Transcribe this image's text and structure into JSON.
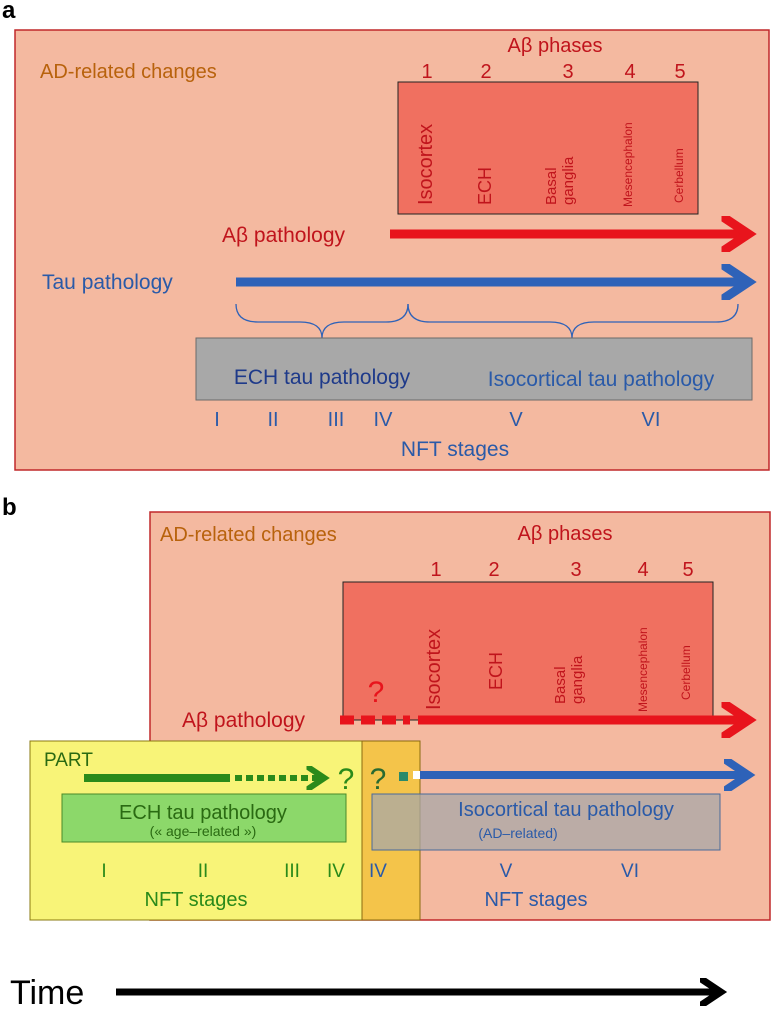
{
  "panel_a": {
    "letter": "a",
    "title": "AD-related changes",
    "abeta_phases": {
      "title": "Aβ phases",
      "numbers": [
        "1",
        "2",
        "3",
        "4",
        "5"
      ],
      "regions": [
        "Isocortex",
        "ECH",
        "Basal",
        "ganglia",
        "Mesencephalon",
        "Cerbellum"
      ]
    },
    "abeta_pathology": "Aβ pathology",
    "tau_pathology": "Tau pathology",
    "ech_tau": "ECH tau pathology",
    "isocortical_tau": "Isocortical tau pathology",
    "nft_numerals": [
      "I",
      "II",
      "III",
      "IV",
      "V",
      "VI"
    ],
    "nft_label": "NFT stages"
  },
  "panel_b": {
    "letter": "b",
    "title": "AD-related changes",
    "abeta_phases": {
      "title": "Aβ phases",
      "numbers": [
        "1",
        "2",
        "3",
        "4",
        "5"
      ],
      "regions": [
        "Isocortex",
        "ECH",
        "Basal",
        "ganglia",
        "Mesencephalon",
        "Cerbellum"
      ]
    },
    "abeta_pathology": "Aβ pathology",
    "question_mark": "?",
    "part": "PART",
    "ech_tau": "ECH tau pathology",
    "ech_tau_sub": "(« age–related »)",
    "isocortical_tau": "Isocortical tau pathology",
    "isocortical_tau_sub": "(AD–related)",
    "nft_numerals_left": [
      "I",
      "II",
      "III",
      "IV"
    ],
    "nft_numerals_right": [
      "IV",
      "V",
      "VI"
    ],
    "nft_label_left": "NFT stages",
    "nft_label_right": "NFT stages"
  },
  "time_label": "Time",
  "colors": {
    "panel_bg": "#f4b9a0",
    "panel_border": "#c0282a",
    "phase_box": "#f07060",
    "red_text": "#c0141c",
    "red_arrow": "#e8141c",
    "blue_arrow": "#2e62b8",
    "blue_text": "#2a5aa8",
    "orange_text": "#b8620c",
    "grey_box": "#a8a8a8",
    "green": "#2a8a1a",
    "green_box": "#8cd86a",
    "yellow_box": "#f8f478",
    "amber_box": "#f4c44a"
  }
}
